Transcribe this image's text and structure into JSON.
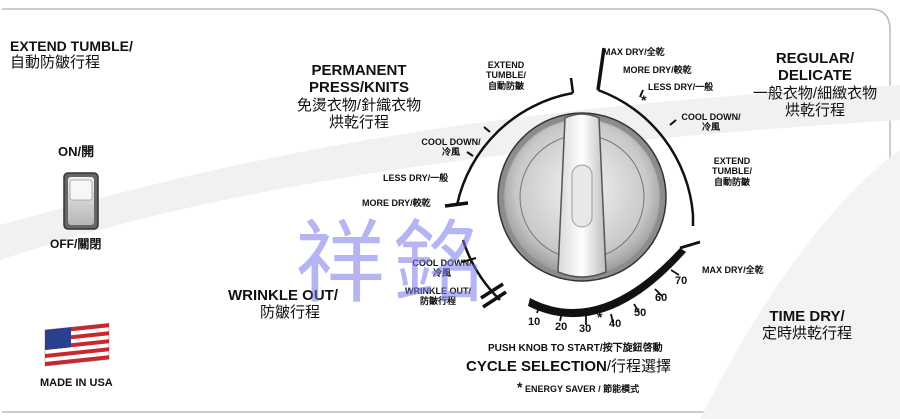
{
  "extend_tumble": {
    "en": "EXTEND TUMBLE/",
    "cn": "自動防皺行程"
  },
  "switch": {
    "on": "ON/開",
    "off": "OFF/關閉"
  },
  "made_in": "MADE IN USA",
  "permanent_press": {
    "en1": "PERMANENT",
    "en2": "PRESS/KNITS",
    "cn1": "免燙衣物/針織衣物",
    "cn2": "烘乾行程"
  },
  "regular_delicate": {
    "en1": "REGULAR/",
    "en2": "DELICATE",
    "cn1": "一般衣物/細緻衣物",
    "cn2": "烘乾行程"
  },
  "wrinkle_out": {
    "en": "WRINKLE OUT/",
    "cn": "防皺行程"
  },
  "time_dry": {
    "en": "TIME DRY/",
    "cn": "定時烘乾行程"
  },
  "dial_labels": {
    "pp_extend_tumble": {
      "en1": "EXTEND",
      "en2": "TUMBLE/",
      "cn": "自動防皺"
    },
    "pp_cool_down": {
      "en": "COOL DOWN/",
      "cn": "冷風"
    },
    "pp_less_dry": "LESS DRY/一般",
    "pp_more_dry": "MORE DRY/較乾",
    "reg_max_dry": "MAX DRY/全乾",
    "reg_more_dry": "MORE DRY/較乾",
    "reg_less_dry": "LESS DRY/一般",
    "reg_cool_down": {
      "en": "COOL DOWN/",
      "cn": "冷風"
    },
    "reg_extend_tumble": {
      "en1": "EXTEND",
      "en2": "TUMBLE/",
      "cn": "自動防皺"
    },
    "time_max_dry": "MAX DRY/全乾",
    "wo_cool_down": {
      "en": "COOL DOWN/",
      "cn": "冷風"
    },
    "wo_wrinkle_out": {
      "en": "WRINKLE OUT/",
      "cn": "防皺行程"
    }
  },
  "timer_numbers": [
    "10",
    "20",
    "30",
    "40",
    "50",
    "60",
    "70"
  ],
  "energy_star_symbol": "*",
  "push_knob": "PUSH KNOB TO START/按下旋鈕啓動",
  "cycle_selection": {
    "en": "CYCLE SELECTION",
    "cn": "/行程選擇"
  },
  "energy_saver": "ENERGY SAVER / 節能模式",
  "watermark": "祥銘",
  "colors": {
    "watermark": "#7878eb",
    "panel_border": "#bbbbbb",
    "text": "#111111"
  }
}
